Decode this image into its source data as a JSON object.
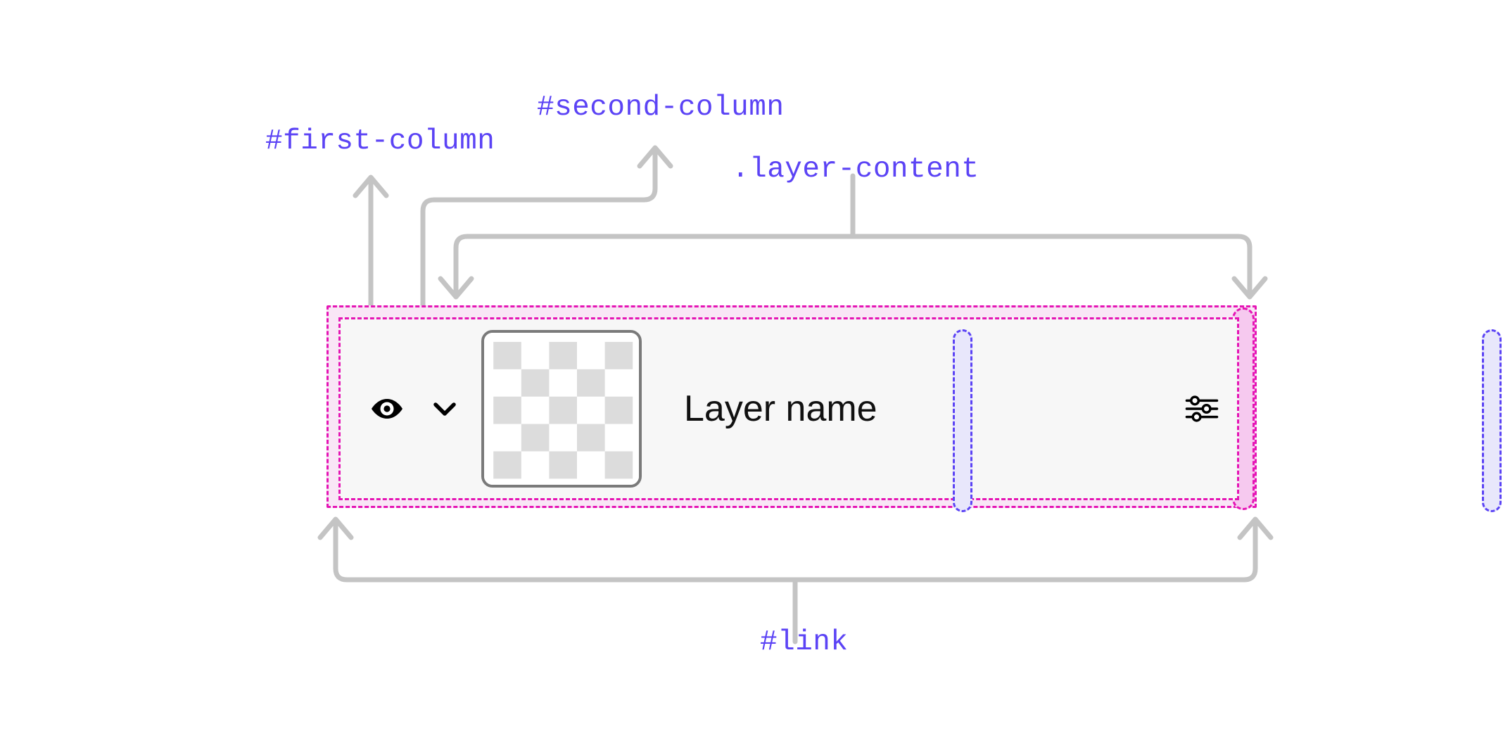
{
  "annotations": [
    {
      "id": "first-column",
      "text": "#first-column"
    },
    {
      "id": "second-column",
      "text": "#second-column"
    },
    {
      "id": "layer-content",
      "text": ".layer-content"
    },
    {
      "id": "link",
      "text": "#link"
    }
  ],
  "labels": {
    "first_column": "#first-column",
    "second_column": "#second-column",
    "layer_content": ".layer-content",
    "link": "#link"
  },
  "layer_row": {
    "visibility_icon": "eye-icon",
    "expand_icon": "chevron-down-icon",
    "thumbnail": {
      "name": "checkerboard-thumbnail",
      "grid": 5,
      "light_color": "#ffffff",
      "dark_color": "#dcdcdc",
      "border_color": "#7a7a7a"
    },
    "name": "Layer name",
    "settings_icon": "sliders-icon"
  },
  "colors": {
    "label_text": "#5B43F5",
    "outer_box_border": "#e515b5",
    "outer_box_fill": "#f9e6f6",
    "inner_box_fill": "#f7f7f7",
    "gap_marker_border": "#5B43F5",
    "gap_marker_fill": "#e8e7fb",
    "padding_strip_fill": "#f6c9ef",
    "connector_line": "#c4c4c4",
    "icon": "#000000"
  }
}
